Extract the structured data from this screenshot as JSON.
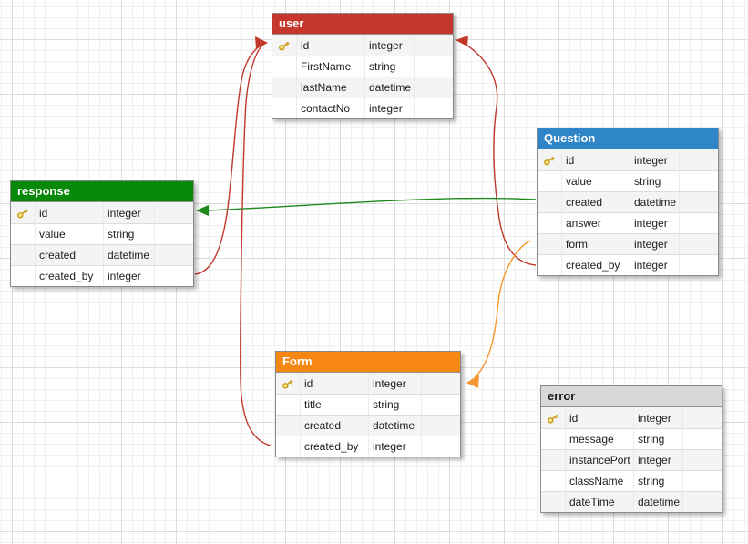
{
  "tables": [
    {
      "name": "user",
      "header_color": "#c5362c",
      "header_text_color": "#ffffff",
      "fields": [
        {
          "name": "id",
          "type": "integer",
          "primary_key": true
        },
        {
          "name": "FirstName",
          "type": "string",
          "primary_key": false
        },
        {
          "name": "lastName",
          "type": "datetime",
          "primary_key": false
        },
        {
          "name": "contactNo",
          "type": "integer",
          "primary_key": false
        }
      ]
    },
    {
      "name": "Question",
      "header_color": "#2e86c8",
      "header_text_color": "#ffffff",
      "fields": [
        {
          "name": "id",
          "type": "integer",
          "primary_key": true
        },
        {
          "name": "value",
          "type": "string",
          "primary_key": false
        },
        {
          "name": "created",
          "type": "datetime",
          "primary_key": false
        },
        {
          "name": "answer",
          "type": "integer",
          "primary_key": false
        },
        {
          "name": "form",
          "type": "integer",
          "primary_key": false
        },
        {
          "name": "created_by",
          "type": "integer",
          "primary_key": false
        }
      ]
    },
    {
      "name": "response",
      "header_color": "#098909",
      "header_text_color": "#ffffff",
      "fields": [
        {
          "name": "id",
          "type": "integer",
          "primary_key": true
        },
        {
          "name": "value",
          "type": "string",
          "primary_key": false
        },
        {
          "name": "created",
          "type": "datetime",
          "primary_key": false
        },
        {
          "name": "created_by",
          "type": "integer",
          "primary_key": false
        }
      ]
    },
    {
      "name": "Form",
      "header_color": "#f68712",
      "header_text_color": "#ffffff",
      "fields": [
        {
          "name": "id",
          "type": "integer",
          "primary_key": true
        },
        {
          "name": "title",
          "type": "string",
          "primary_key": false
        },
        {
          "name": "created",
          "type": "datetime",
          "primary_key": false
        },
        {
          "name": "created_by",
          "type": "integer",
          "primary_key": false
        }
      ]
    },
    {
      "name": "error",
      "header_color": "#d8d8d8",
      "header_text_color": "#1a1a1a",
      "fields": [
        {
          "name": "id",
          "type": "integer",
          "primary_key": true
        },
        {
          "name": "message",
          "type": "string",
          "primary_key": false
        },
        {
          "name": "instancePort",
          "type": "integer",
          "primary_key": false
        },
        {
          "name": "className",
          "type": "string",
          "primary_key": false
        },
        {
          "name": "dateTime",
          "type": "datetime",
          "primary_key": false
        }
      ]
    }
  ],
  "relations": [
    {
      "from": "response.created_by",
      "to": "user.id",
      "color": "#c0392b"
    },
    {
      "from": "Form.created_by",
      "to": "user.id",
      "color": "#c0392b"
    },
    {
      "from": "Question.created_by",
      "to": "user.id",
      "color": "#c0392b"
    },
    {
      "from": "Question.created",
      "to": "response.id",
      "color": "#1e8a1e"
    },
    {
      "from": "Question.form",
      "to": "Form.id",
      "color": "#f59833"
    }
  ],
  "icons": {
    "primary_key": "key-icon",
    "key_color": "#c79a10",
    "key_fill": "#ffe98e"
  }
}
